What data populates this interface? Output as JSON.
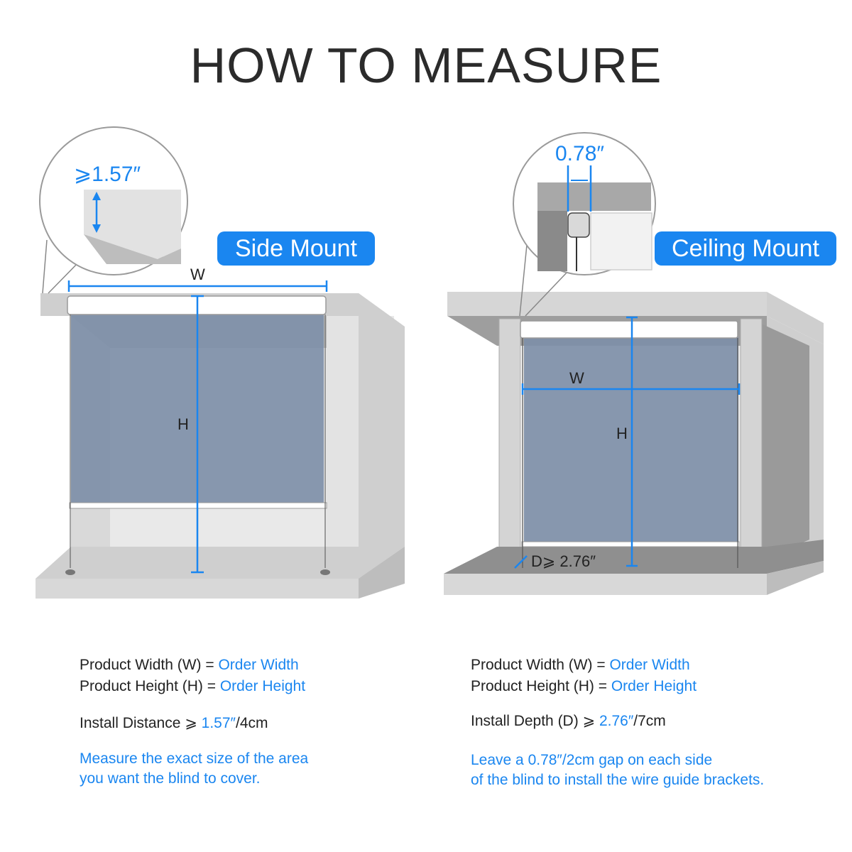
{
  "title": "HOW TO MEASURE",
  "side_mount": {
    "badge": "Side Mount",
    "callout_label": "⩾1.57″",
    "width_label": "W",
    "height_label": "H",
    "line1": {
      "text": "Product Width (W) = ",
      "value": "Order Width"
    },
    "line2": {
      "text": "Product Height (H) = ",
      "value": "Order Height"
    },
    "line3": {
      "text": "Install Distance ⩾ ",
      "value": "1.57″",
      "suffix": "/4cm"
    },
    "note_line1": "Measure the exact size of the area",
    "note_line2": "you want the blind to cover."
  },
  "ceiling_mount": {
    "badge": "Ceiling Mount",
    "callout_label": "0.78″",
    "width_label": "W",
    "height_label": "H",
    "depth_label": "D⩾ 2.76″",
    "line1": {
      "text": "Product Width (W) = ",
      "value": "Order Width"
    },
    "line2": {
      "text": "Product Height (H) = ",
      "value": "Order Height"
    },
    "line3": {
      "text": "Install Depth (D) ⩾ ",
      "value": "2.76″",
      "suffix": "/7cm"
    },
    "note_line1": "Leave a 0.78″/2cm gap on each side",
    "note_line2": "of the blind to install the wire guide brackets."
  },
  "colors": {
    "accent": "#1a86f0",
    "wall_light": "#e6e6e6",
    "wall_mid": "#cfcfcf",
    "wall_dark": "#9a9a9a",
    "fabric": "#7e8fa8"
  }
}
